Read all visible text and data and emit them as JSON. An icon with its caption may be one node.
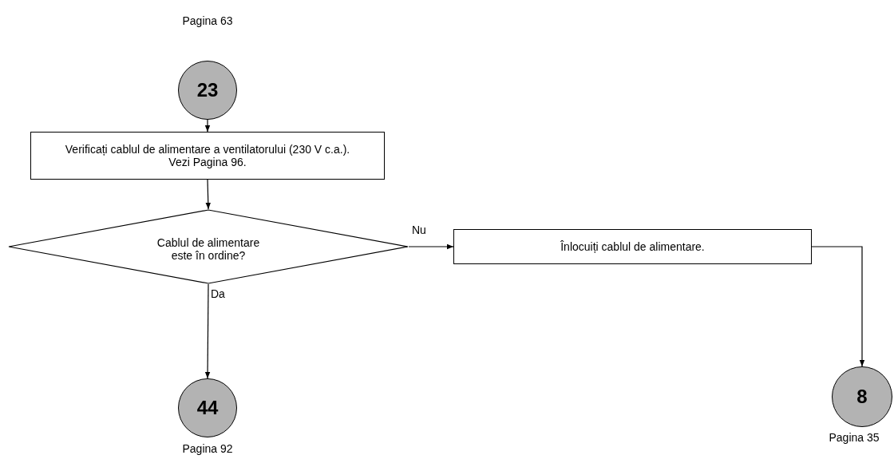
{
  "diagram": {
    "nodes": [
      {
        "text": [
          "23"
        ],
        "beside": [
          "Pagina 63"
        ]
      },
      {
        "text": [
          "Verificați cablul de alimentare a ventilatorului (230 V c.a.). Vezi Pagina 96."
        ]
      },
      {
        "text": [
          "Cablul de alimentare este în ordine?"
        ]
      },
      {
        "text": [
          "Înlocuiți cablul de alimentare."
        ]
      },
      {
        "text": [
          "44"
        ],
        "beside": [
          "Pagina 92"
        ]
      },
      {
        "text": [
          "8"
        ],
        "beside": [
          "Pagina 35"
        ]
      }
    ],
    "edges": [
      {
        "from": 0,
        "to": 1,
        "arrow": "to"
      },
      {
        "from": 1,
        "to": 2,
        "arrow": "to"
      },
      {
        "from": 2,
        "to": 3,
        "arrow": "to",
        "label": "Nu"
      },
      {
        "from": 2,
        "to": 4,
        "arrow": "to",
        "label": "Da"
      },
      {
        "from": 3,
        "to": 5,
        "arrow": "to"
      }
    ]
  }
}
